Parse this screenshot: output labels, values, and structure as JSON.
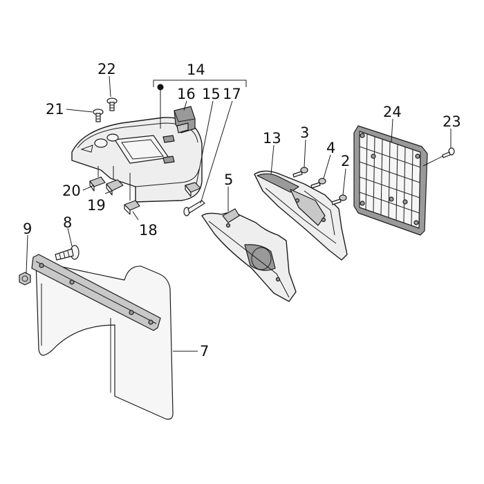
{
  "callouts": {
    "c2": "2",
    "c3": "3",
    "c4": "4",
    "c5": "5",
    "c7": "7",
    "c8": "8",
    "c9": "9",
    "c13": "13",
    "c14": "14",
    "c15": "15",
    "c16": "16",
    "c17": "17",
    "c18": "18",
    "c19": "19",
    "c20": "20",
    "c21": "21",
    "c22": "22",
    "c23": "23",
    "c24": "24"
  },
  "colors": {
    "line": "#1a1a1a",
    "part_fill": "#eeeeee",
    "dark_fill": "#9a9a9a",
    "background": "#ffffff"
  }
}
